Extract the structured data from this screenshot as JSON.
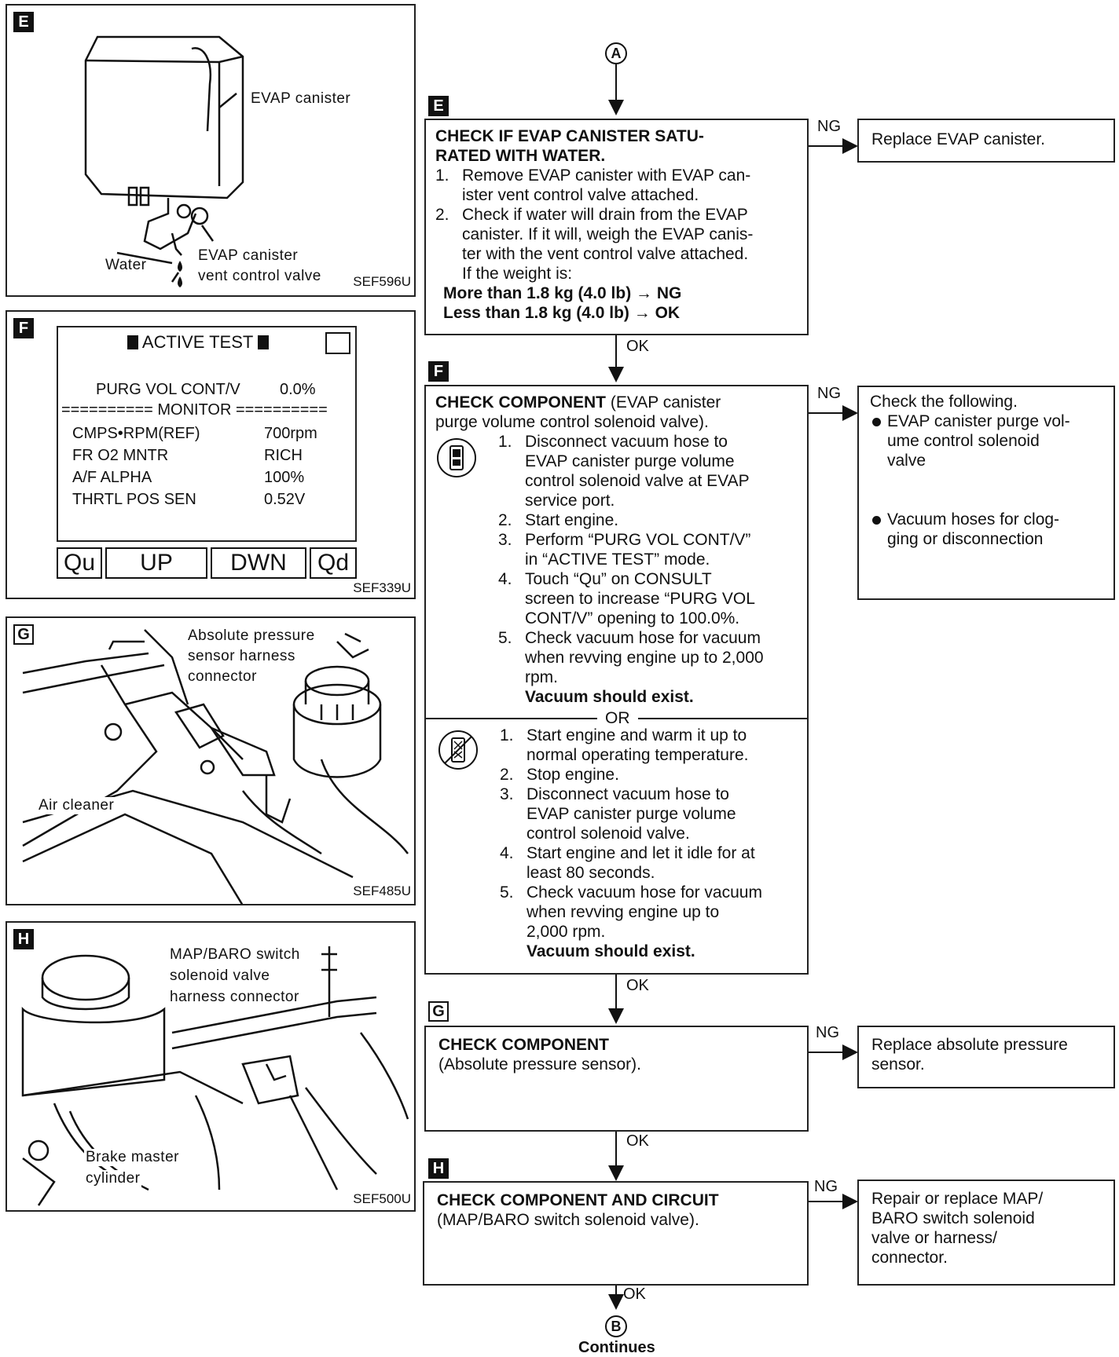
{
  "flow": {
    "start_connector": "A",
    "end_connector": "B",
    "continues": "Continues",
    "ok": "OK",
    "ng": "NG",
    "or": "OR"
  },
  "figures": {
    "E": {
      "tag": "E",
      "code": "SEF596U",
      "labels": [
        "EVAP canister",
        "EVAP canister",
        "vent control valve",
        "Water"
      ]
    },
    "F": {
      "tag": "F",
      "code": "SEF339U",
      "screen_title": "ACTIVE TEST",
      "purge_label": "PURG VOL CONT/V",
      "purge_value": "0.0%",
      "monitor": "========== MONITOR ==========",
      "rows": [
        {
          "label": "CMPS•RPM(REF)",
          "value": "700rpm"
        },
        {
          "label": "FR O2 MNTR",
          "value": "RICH"
        },
        {
          "label": "A/F ALPHA",
          "value": "100%"
        },
        {
          "label": "THRTL POS SEN",
          "value": "0.52V"
        }
      ],
      "buttons": [
        "Qu",
        "UP",
        "DWN",
        "Qd"
      ]
    },
    "G": {
      "tag": "G",
      "code": "SEF485U",
      "labels": [
        "Absolute pressure",
        "sensor harness",
        "connector",
        "Air cleaner"
      ]
    },
    "H": {
      "tag": "H",
      "code": "SEF500U",
      "labels": [
        "MAP/BARO switch",
        "solenoid valve",
        "harness connector",
        "Brake master",
        "cylinder"
      ]
    }
  },
  "steps": {
    "E": {
      "tag": "E",
      "title1": "CHECK IF EVAP CANISTER SATU-",
      "title2": "RATED WITH WATER.",
      "items": [
        {
          "n": "1.",
          "lines": [
            "Remove EVAP canister with EVAP can-",
            "ister vent control valve attached."
          ]
        },
        {
          "n": "2.",
          "lines": [
            "Check if water will drain from the EVAP",
            "canister. If it will, weigh the EVAP canis-",
            "ter with the vent control valve attached.",
            "If the weight is:"
          ]
        }
      ],
      "result1": "More than 1.8 kg (4.0 lb) → NG",
      "result2": "Less than 1.8 kg (4.0 lb) → OK",
      "ng_action": "Replace EVAP canister."
    },
    "F": {
      "tag": "F",
      "title_bold": "CHECK COMPONENT",
      "title_rest": " (EVAP canister",
      "title2": "purge volume control solenoid valve).",
      "consult_items": [
        {
          "n": "1.",
          "lines": [
            "Disconnect vacuum hose to",
            "EVAP canister purge volume",
            "control solenoid valve at EVAP",
            "service port."
          ]
        },
        {
          "n": "2.",
          "lines": [
            "Start engine."
          ]
        },
        {
          "n": "3.",
          "lines": [
            "Perform “PURG VOL CONT/V”",
            "in “ACTIVE TEST” mode."
          ]
        },
        {
          "n": "4.",
          "lines": [
            "Touch “Qu” on CONSULT",
            "screen to increase “PURG VOL",
            "CONT/V” opening to 100.0%."
          ]
        },
        {
          "n": "5.",
          "lines": [
            "Check vacuum hose for vacuum",
            "when revving engine up to 2,000",
            "rpm."
          ]
        }
      ],
      "consult_result": "Vacuum should exist.",
      "noconsult_items": [
        {
          "n": "1.",
          "lines": [
            "Start engine and warm it up to",
            "normal operating temperature."
          ]
        },
        {
          "n": "2.",
          "lines": [
            "Stop engine."
          ]
        },
        {
          "n": "3.",
          "lines": [
            "Disconnect vacuum hose to",
            "EVAP canister purge volume",
            "control solenoid valve."
          ]
        },
        {
          "n": "4.",
          "lines": [
            "Start engine and let it idle for at",
            "least 80 seconds."
          ]
        },
        {
          "n": "5.",
          "lines": [
            "Check vacuum hose for vacuum",
            "when revving engine up to",
            "2,000 rpm."
          ]
        }
      ],
      "noconsult_result": "Vacuum should exist.",
      "ng_title": "Check the following.",
      "ng_bullets": [
        [
          "EVAP canister purge vol-",
          "ume control solenoid",
          "valve"
        ],
        [
          "Vacuum hoses for clog-",
          "ging or disconnection"
        ]
      ]
    },
    "G": {
      "tag": "G",
      "title": "CHECK COMPONENT",
      "sub": "(Absolute pressure sensor).",
      "ng_lines": [
        "Replace absolute pressure",
        "sensor."
      ]
    },
    "H": {
      "tag": "H",
      "title": "CHECK COMPONENT AND CIRCUIT",
      "sub": "(MAP/BARO switch solenoid valve).",
      "ng_lines": [
        "Repair or replace MAP/",
        "BARO switch solenoid",
        "valve or harness/",
        "connector."
      ]
    }
  }
}
